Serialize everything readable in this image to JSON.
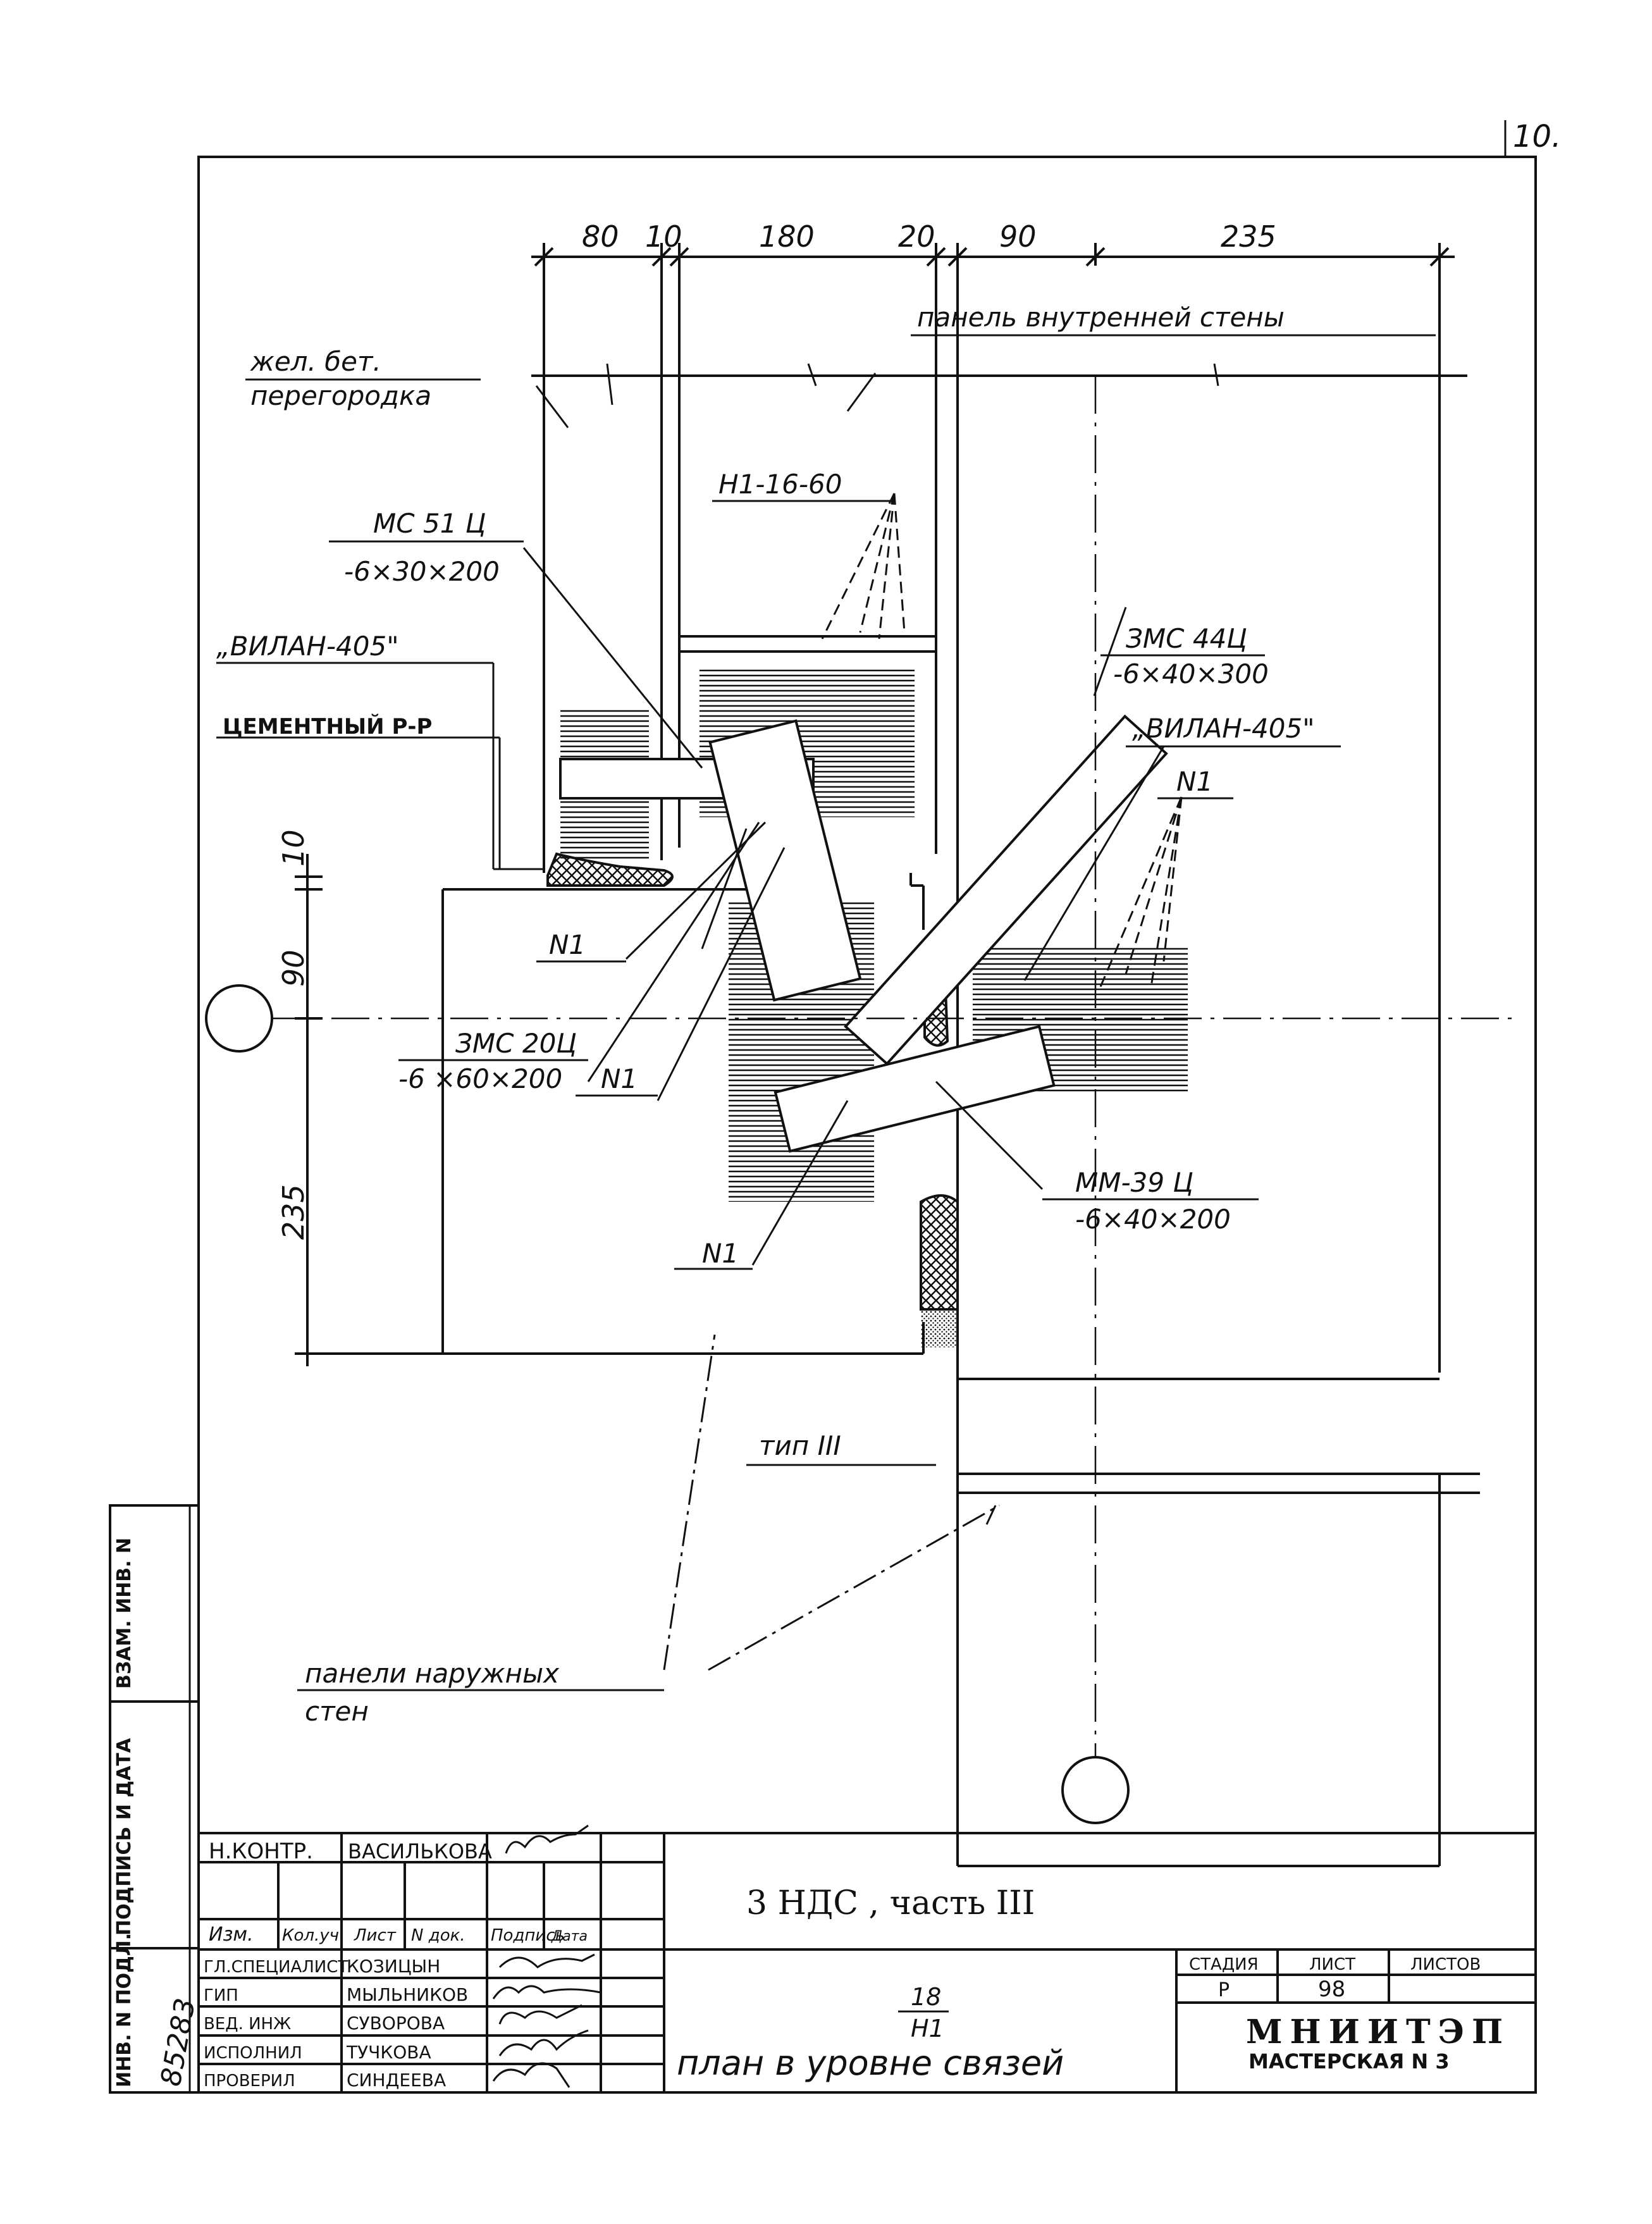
{
  "sheet_corner": "10.",
  "dimensions_top": [
    "80",
    "10",
    "180",
    "20",
    "90",
    "235"
  ],
  "dimensions_left": [
    "10",
    "90",
    "235"
  ],
  "labels": {
    "inner_wall_panel": "панель внутренней стены",
    "rc_partition_1": "жел. бет.",
    "rc_partition_2": "перегородка",
    "h1_16_60": "Н1-16-60",
    "mc51_1": "МС 51 Ц",
    "mc51_2": "-6×30×200",
    "vilan_left": "„ВИЛАН-405\"",
    "cement": "ЦЕМЕНТНЫЙ Р-Р",
    "zmc44_1": "ЗМС 44Ц",
    "zmc44_2": "-6×40×300",
    "vilan_right": "„ВИЛАН-405\"",
    "n1": "N1",
    "zmc20_1": "ЗМС 20Ц",
    "zmc20_2": "-6 ×60×200",
    "mm39_1": "ММ-39 Ц",
    "mm39_2": "-6×40×200",
    "type_iii": "тип III",
    "outer_panels_1": "панели наружных",
    "outer_panels_2": "стен"
  },
  "side_stamp": {
    "inv_vzam": "ВЗАМ. ИНВ. N",
    "signature_date": "ПОДПИСЬ И ДАТА",
    "inv_podl": "ИНВ. N ПОДЛ.",
    "inv_number": "85283"
  },
  "title_block": {
    "norm_control": "Н.КОНТР.",
    "norm_control_name": "ВАСИЛЬКОВА",
    "columns": [
      "Изм.",
      "Кол.уч",
      "Лист",
      "N док.",
      "Подпись",
      "Дата"
    ],
    "roles": [
      {
        "role": "ГЛ.СПЕЦИАЛИСТ",
        "name": "КОЗИЦЫН"
      },
      {
        "role": "ГИП",
        "name": "МЫЛЬНИКОВ"
      },
      {
        "role": "ВЕД. ИНЖ",
        "name": "СУВОРОВА"
      },
      {
        "role": "ИСПОЛНИЛ",
        "name": "ТУЧКОВА"
      },
      {
        "role": "ПРОВЕРИЛ",
        "name": "СИНДЕЕВА"
      }
    ],
    "project": "3 НДС , часть III",
    "node_top": "18",
    "node_bottom": "Н1",
    "sheet_title": "план в уровне связей",
    "stage_header": "СТАДИЯ",
    "sheet_header": "ЛИСТ",
    "sheets_header": "ЛИСТОВ",
    "stage": "Р",
    "sheet": "98",
    "sheets": "",
    "org": "МНИИТЭП",
    "workshop": "МАСТЕРСКАЯ N 3"
  }
}
